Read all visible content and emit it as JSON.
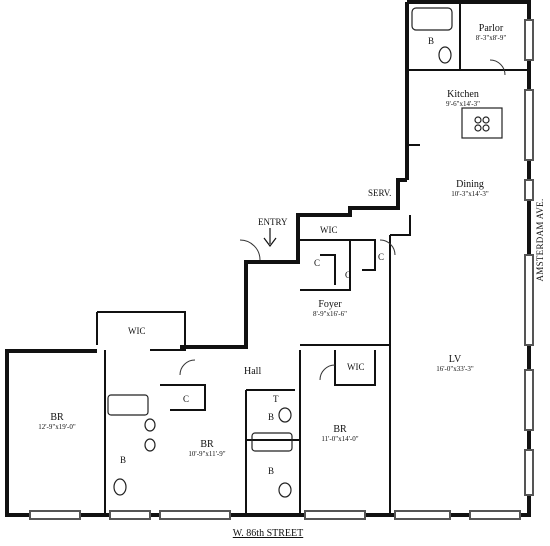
{
  "rooms": {
    "parlor": {
      "name": "Parlor",
      "dims": "8'-3\"x8'-9\""
    },
    "kitchen": {
      "name": "Kitchen",
      "dims": "9'-6\"x14'-3\""
    },
    "dining": {
      "name": "Dining",
      "dims": "10'-3\"x14'-3\""
    },
    "foyer": {
      "name": "Foyer",
      "dims": "8'-9\"x16'-6\""
    },
    "lv": {
      "name": "LV",
      "dims": "16'-0\"x33'-3\""
    },
    "br_west": {
      "name": "BR",
      "dims": "12'-9\"x19'-0\""
    },
    "br_mid": {
      "name": "BR",
      "dims": "10'-9\"x11'-9\""
    },
    "br_east": {
      "name": "BR",
      "dims": "11'-0\"x14'-0\""
    }
  },
  "labels": {
    "entry": "ENTRY",
    "serv": "SERV.",
    "hall": "Hall",
    "wic": "WIC",
    "closet": "C",
    "bath": "B",
    "tub": "T"
  },
  "streets": {
    "south": "W. 86th STREET",
    "east": "AMSTERDAM AVE."
  }
}
